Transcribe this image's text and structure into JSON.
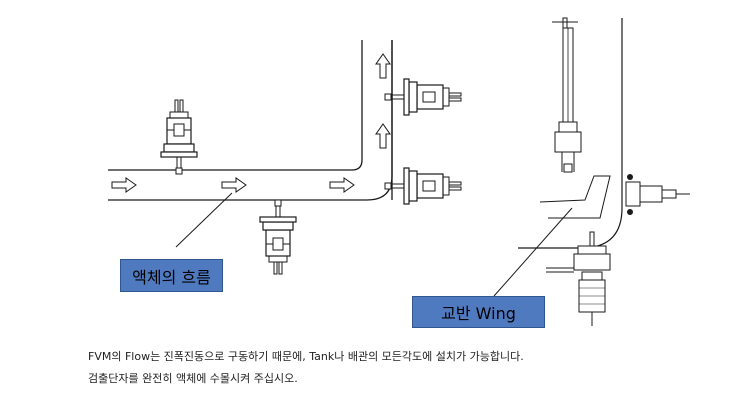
{
  "labels": {
    "liquid_flow": "액체의 흐름",
    "stirring_wing": "교반 Wing"
  },
  "description": {
    "line1": "FVM의 Flow는 진폭진동으로 구동하기 때문에, Tank나 배관의 모든각도에 설치가 가능합니다.",
    "line2": "검출단자를 완전히 액체에 수몰시켜 주십시오."
  },
  "colors": {
    "callout_fill": "#4f7ac0",
    "line": "#1a1a1a"
  }
}
